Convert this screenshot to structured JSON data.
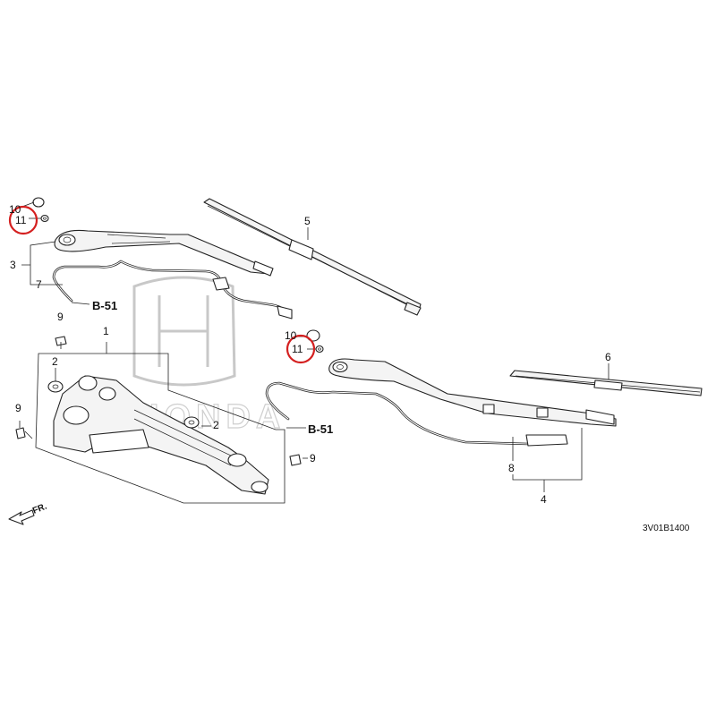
{
  "watermark": {
    "brand_text": "HONDA"
  },
  "callouts": {
    "c1": "1",
    "c2a": "2",
    "c2b": "2",
    "c3": "3",
    "c4": "4",
    "c5": "5",
    "c6": "6",
    "c7": "7",
    "c8": "8",
    "c9a": "9",
    "c9b": "9",
    "c9c": "9",
    "c10a": "10",
    "c10b": "10",
    "c11a": "11",
    "c11b": "11"
  },
  "references": {
    "b51_left": "B-51",
    "b51_right": "B-51"
  },
  "direction_label": "FR.",
  "diagram_code": "3V01B1400",
  "highlight_color": "#d42020"
}
